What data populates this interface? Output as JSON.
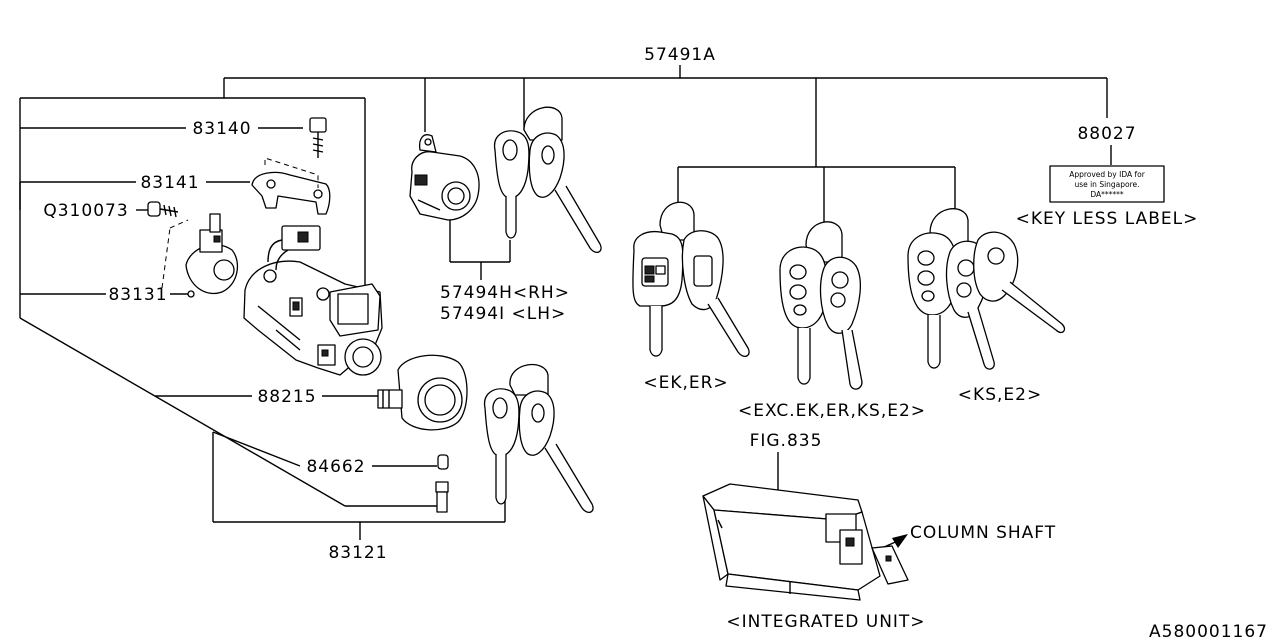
{
  "diagram_id": "A580001167",
  "labels": {
    "p57491a": "57491A",
    "p83140": "83140",
    "p83141": "83141",
    "pq310073": "Q310073",
    "p83131": "83131",
    "p88215": "88215",
    "p84662": "84662",
    "p83121": "83121",
    "p57494h": "57494H<RH>",
    "p57494i": "57494I <LH>",
    "p88027": "88027",
    "key_less_label": "<KEY LESS LABEL>",
    "variant_ek_er": "<EK,ER>",
    "variant_exc": "<EXC.EK,ER,KS,E2>",
    "variant_ks_e2": "<KS,E2>",
    "fig_835": "FIG.835",
    "column_shaft": "COLUMN SHAFT",
    "integrated_unit": "<INTEGRATED UNIT>"
  },
  "label_card": {
    "line1": "Approved by IDA for",
    "line2": "use in Singapore.",
    "line3": "DA******"
  }
}
